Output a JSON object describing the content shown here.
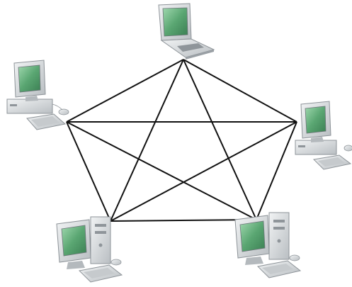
{
  "diagram": {
    "type": "full-mesh-network",
    "nodes": [
      {
        "id": "n1",
        "device": "laptop-icon"
      },
      {
        "id": "n2",
        "device": "desktop-computer-icon"
      },
      {
        "id": "n3",
        "device": "desktop-computer-icon"
      },
      {
        "id": "n4",
        "device": "tower-computer-icon"
      },
      {
        "id": "n5",
        "device": "tower-computer-icon"
      }
    ],
    "links": [
      [
        "n1",
        "n2"
      ],
      [
        "n1",
        "n3"
      ],
      [
        "n1",
        "n4"
      ],
      [
        "n1",
        "n5"
      ],
      [
        "n2",
        "n3"
      ],
      [
        "n2",
        "n4"
      ],
      [
        "n2",
        "n5"
      ],
      [
        "n3",
        "n4"
      ],
      [
        "n3",
        "n5"
      ],
      [
        "n4",
        "n5"
      ]
    ],
    "colors": {
      "link": "#111111",
      "device_body": "#dcdfe1",
      "device_shade": "#a9aeb2",
      "screen": "#4f9a6c"
    }
  }
}
